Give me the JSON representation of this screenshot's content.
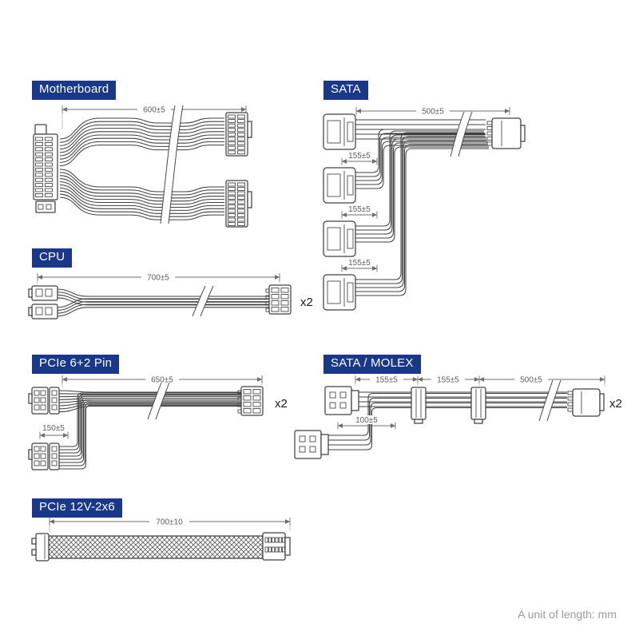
{
  "colors": {
    "accent": "#19388a",
    "line": "#404040",
    "dim": "#6e6e6e"
  },
  "footer": {
    "unit_note": "A unit of length: mm"
  },
  "sections": {
    "motherboard": {
      "label": "Motherboard",
      "length": "600±5"
    },
    "sata": {
      "label": "SATA",
      "length": "500±5",
      "gap1": "155±5",
      "gap2": "155±5",
      "gap3": "155±5"
    },
    "cpu": {
      "label": "CPU",
      "length": "700±5",
      "qty": "x2"
    },
    "pcie": {
      "label": "PCIe 6+2 Pin",
      "length": "650±5",
      "gap": "150±5",
      "qty": "x2"
    },
    "sata_molex": {
      "label": "SATA / MOLEX",
      "gap1": "155±5",
      "gap2": "155±5",
      "length": "500±5",
      "gap3": "100±5",
      "qty": "x2"
    },
    "pcie12v": {
      "label": "PCIe 12V-2x6",
      "length": "700±10"
    }
  }
}
